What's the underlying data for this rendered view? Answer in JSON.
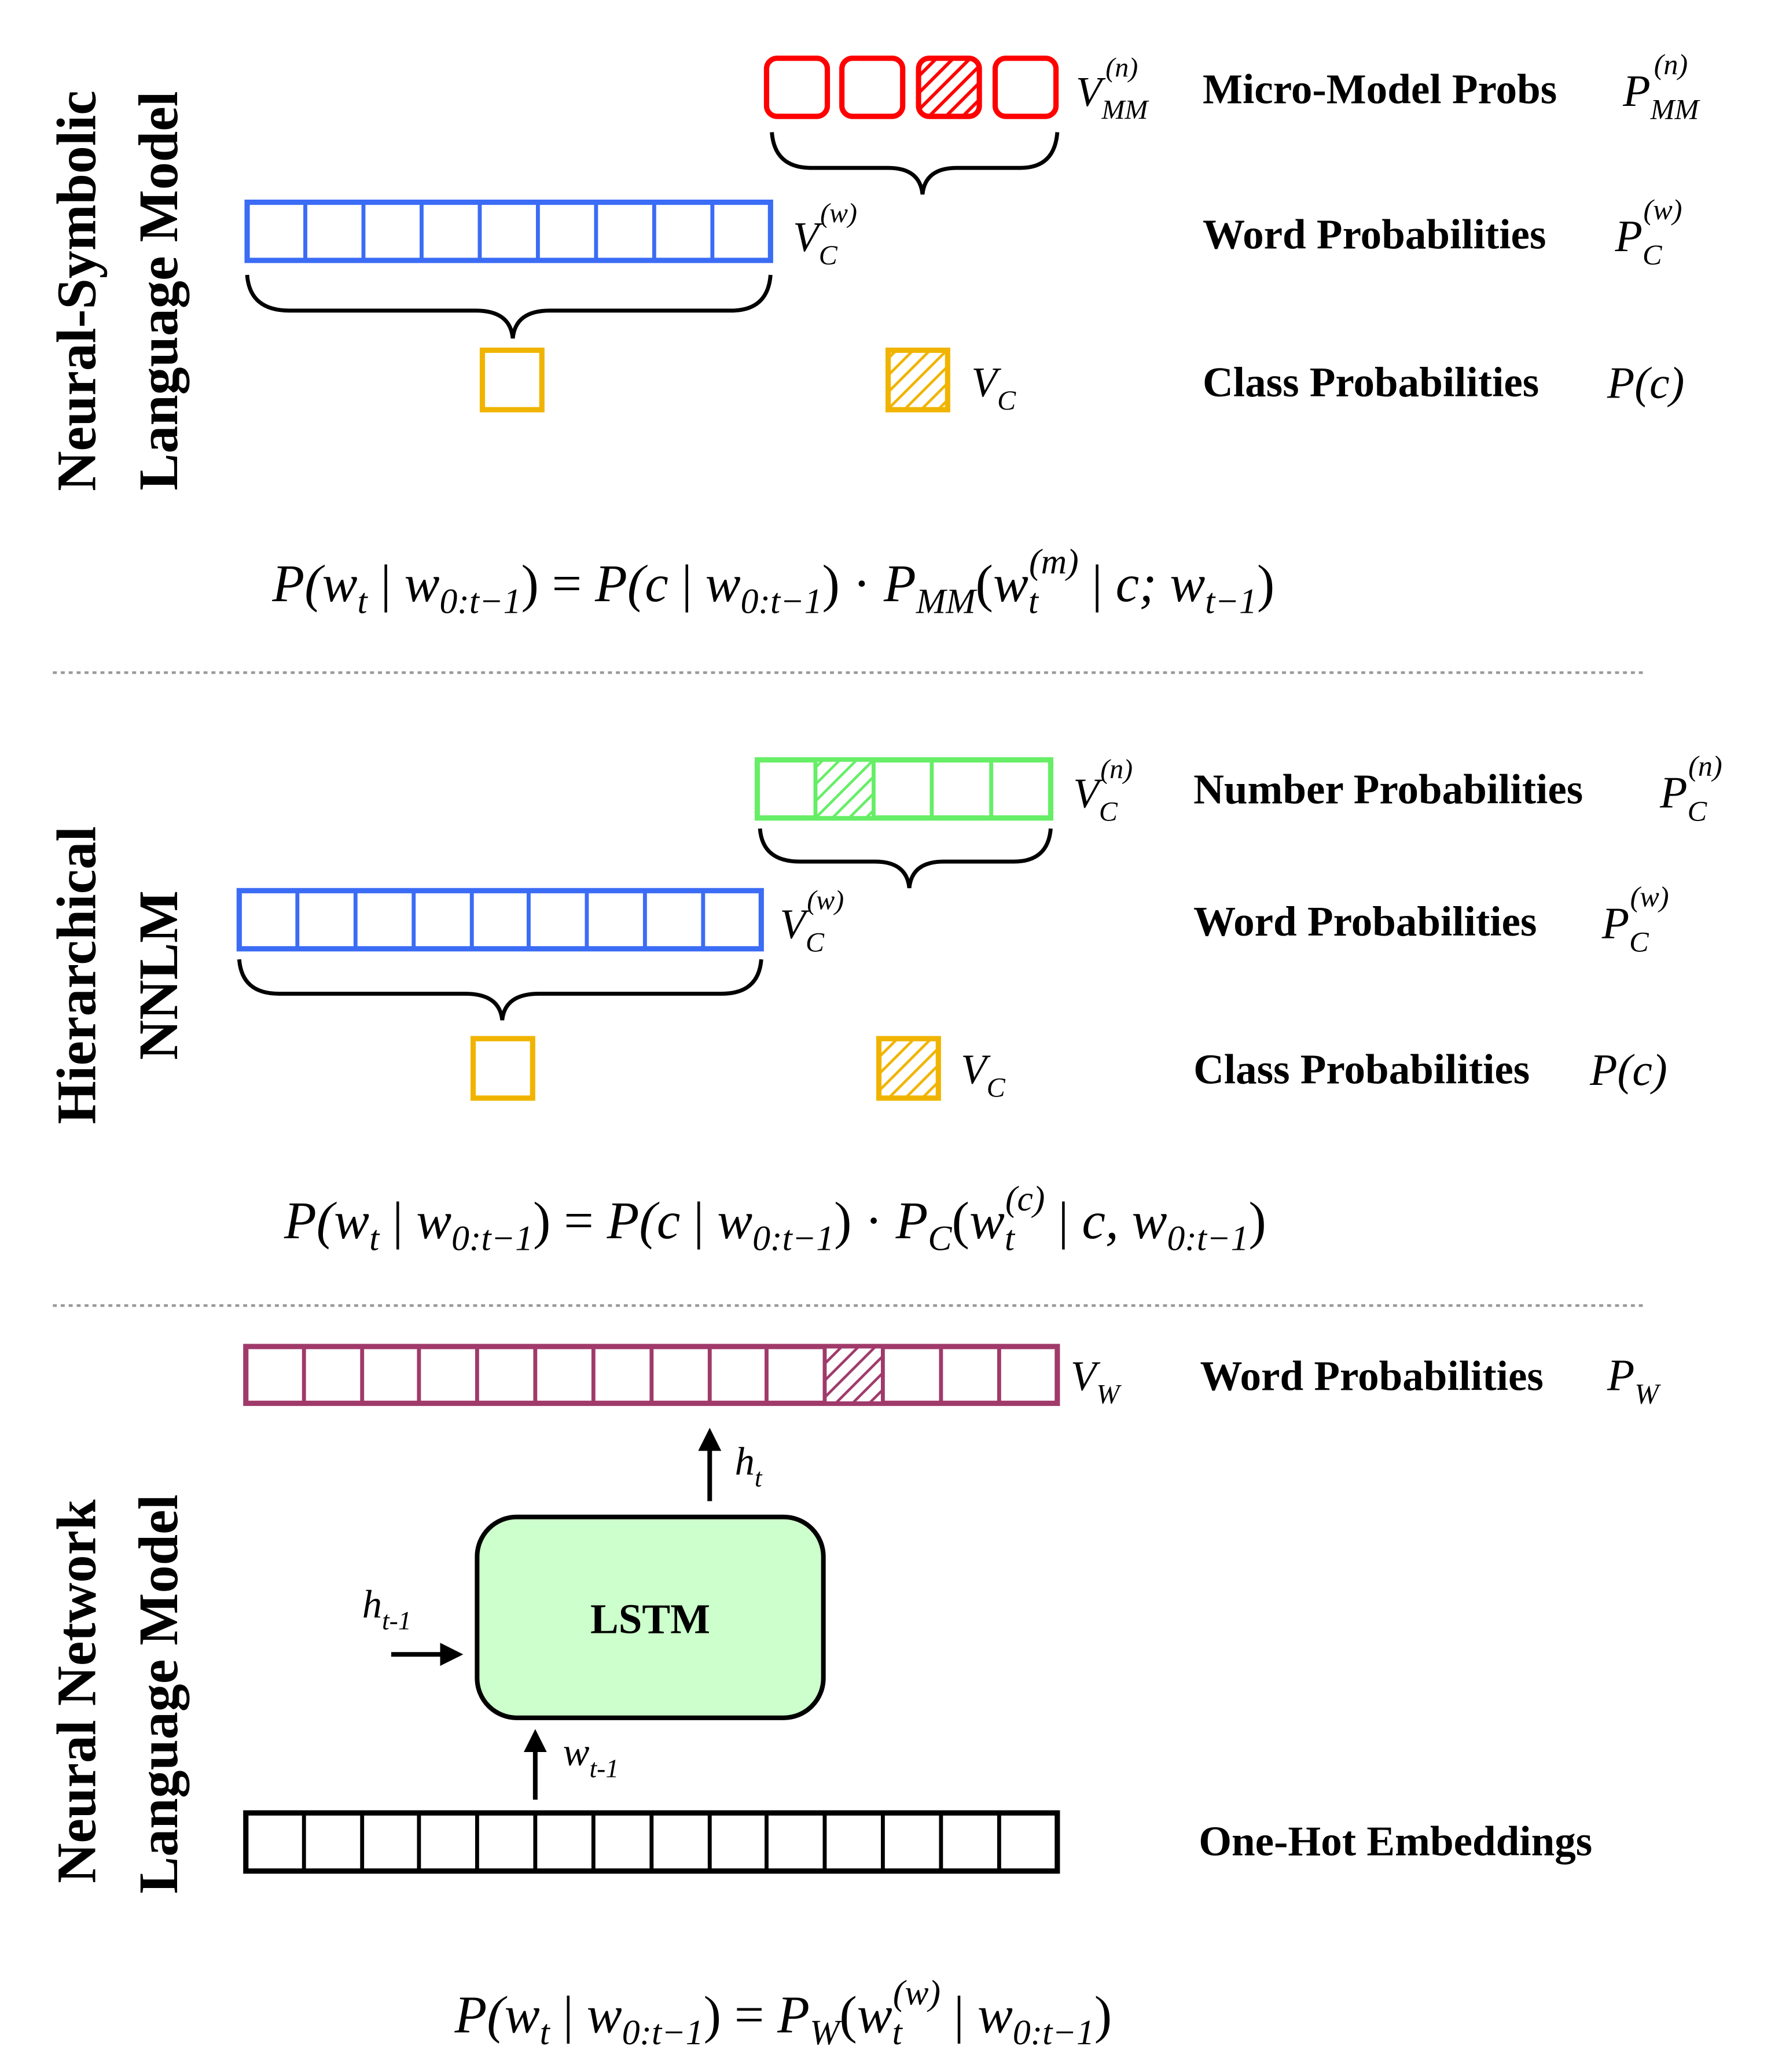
{
  "colors": {
    "micro_model": "#ff0000",
    "word": "#3b6cf5",
    "class": "#f0b400",
    "number": "#66ee66",
    "vocab": "#a03a6a",
    "onehot": "#000000",
    "lstm_fill": "#ccffcc"
  },
  "sections": {
    "neurosymbolic": {
      "title_line1": "Neural-Symbolic",
      "title_line2": "Language Model",
      "mm_row": {
        "cells": 4,
        "highlight_index": 2,
        "vector_label": "V_MM^(n)",
        "description": "Micro-Model Probs",
        "prob_label": "P_MM^(n)"
      },
      "word_row": {
        "cells": 9,
        "vector_label": "V_C^(w)",
        "description": "Word Probabilities",
        "prob_label": "P_C^(w)"
      },
      "class_row": {
        "vector_label": "V_C",
        "description": "Class Probabilities",
        "prob_label": "P(c)"
      },
      "formula": "P(w_t | w_0:t−1) = P(c | w_0:t−1) · P_MM(w_t^(m) | c; w_t−1)"
    },
    "hierarchical": {
      "title_line1": "Hierarchical",
      "title_line2": "NNLM",
      "number_row": {
        "cells": 5,
        "highlight_index": 1,
        "vector_label": "V_C^(n)",
        "description": "Number Probabilities",
        "prob_label": "P_C^(n)"
      },
      "word_row": {
        "cells": 9,
        "vector_label": "V_C^(w)",
        "description": "Word Probabilities",
        "prob_label": "P_C^(w)"
      },
      "class_row": {
        "vector_label": "V_C",
        "description": "Class Probabilities",
        "prob_label": "P(c)"
      },
      "formula": "P(w_t | w_0:t−1) = P(c | w_0:t−1) · P_C(w_t^(c) | c, w_0:t−1)"
    },
    "nnlm": {
      "title_line1": "Neural Network",
      "title_line2": "Language Model",
      "vocab_row": {
        "cells": 14,
        "highlight_index": 10,
        "vector_label": "V_W",
        "description": "Word Probabilities",
        "prob_label": "P_W"
      },
      "lstm_label": "LSTM",
      "h_t_label": "h_t",
      "h_prev_label": "h_t-1",
      "w_prev_label": "w_t-1",
      "onehot_row": {
        "cells": 14,
        "description": "One-Hot Embeddings"
      },
      "formula": "P(w_t | w_0:t−1) = P_W(w_t^(w) | w_0:t−1)"
    }
  }
}
